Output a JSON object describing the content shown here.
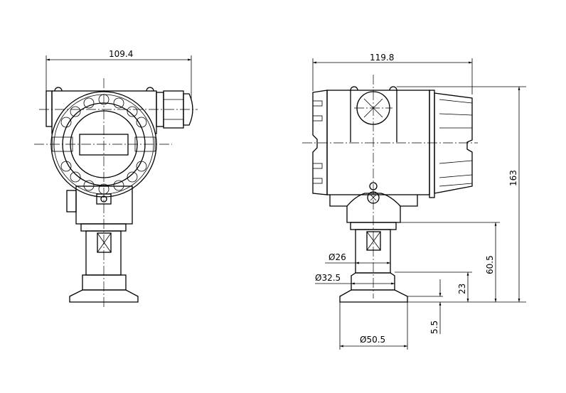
{
  "drawing": {
    "front_view": {
      "width_dim": "109.4"
    },
    "side_view": {
      "width_dim": "119.8",
      "height_total": "163",
      "height_process": "60.5",
      "height_flange": "23",
      "clamp_thickness": "5.5",
      "dia_tube": "Ø26",
      "dia_flange": "Ø32.5",
      "dia_clamp": "Ø50.5"
    }
  }
}
